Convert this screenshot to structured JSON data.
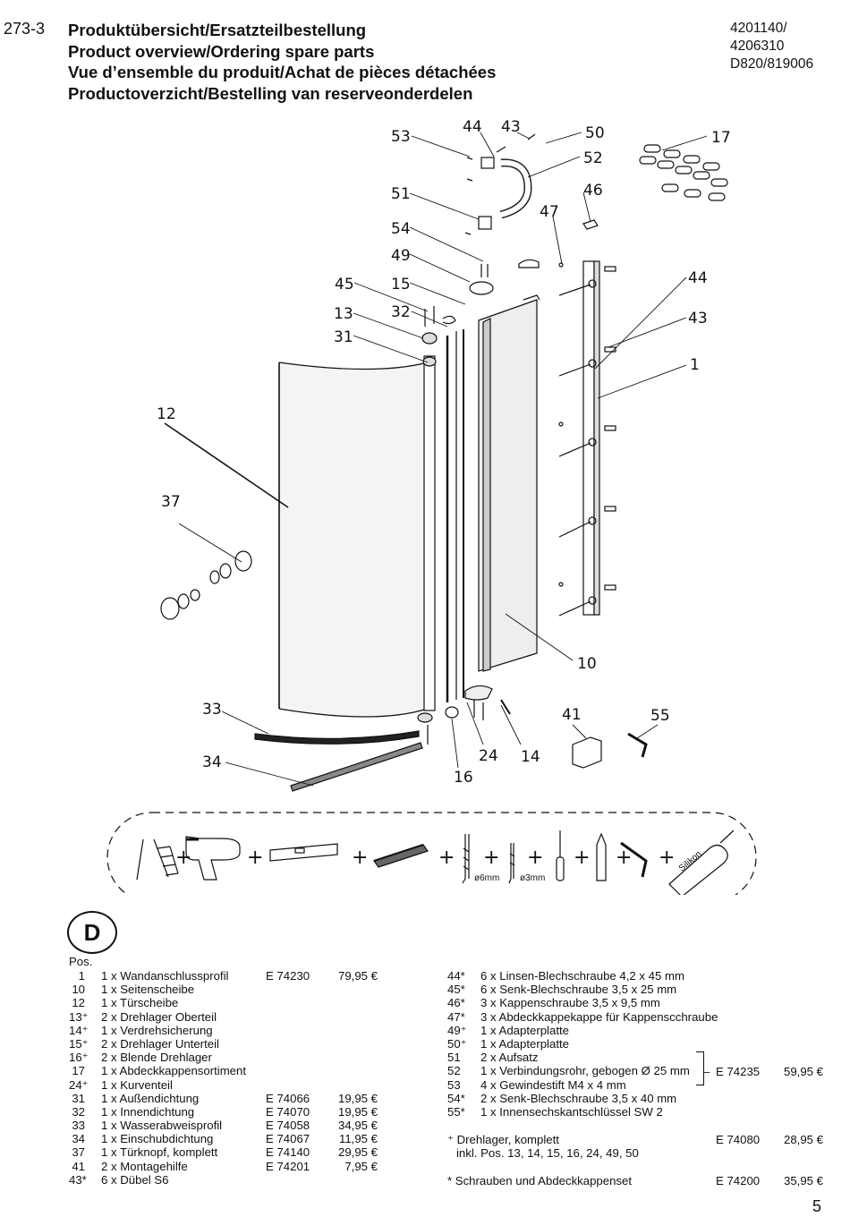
{
  "header": {
    "page_ref": "273-3",
    "titles": [
      "Produktübersicht/Ersatzteilbestellung",
      "Product overview/Ordering spare parts",
      "Vue d’ensemble du produit/Achat de pièces détachées",
      "Productoverzicht/Bestelling van reserveonderdelen"
    ],
    "refs": [
      "4201140/",
      "4206310",
      "D820/819006"
    ]
  },
  "diagram": {
    "callouts": [
      "53",
      "44",
      "43",
      "50",
      "52",
      "17",
      "51",
      "46",
      "47",
      "54",
      "49",
      "45",
      "15",
      "13",
      "32",
      "31",
      "44",
      "43",
      "1",
      "12",
      "37",
      "10",
      "33",
      "41",
      "55",
      "34",
      "24",
      "14",
      "16"
    ],
    "tool_labels": {
      "drill_6": "ø6mm",
      "drill_3": "ø3mm",
      "silicone": "Silikon"
    },
    "plus": "+"
  },
  "language_badge": "D",
  "parts_header": "Pos.",
  "parts_left": [
    {
      "pos": "1",
      "desc": "1 x Wandanschlussprofil",
      "code": "E 74230",
      "price": "79,95 €"
    },
    {
      "pos": "10",
      "desc": "1 x Seitenscheibe",
      "code": "",
      "price": ""
    },
    {
      "pos": "12",
      "desc": "1 x Türscheibe",
      "code": "",
      "price": ""
    },
    {
      "pos": "13⁺",
      "desc": "2 x Drehlager Oberteil",
      "code": "",
      "price": ""
    },
    {
      "pos": "14⁺",
      "desc": "1 x Verdrehsicherung",
      "code": "",
      "price": ""
    },
    {
      "pos": "15⁺",
      "desc": "2 x Drehlager Unterteil",
      "code": "",
      "price": ""
    },
    {
      "pos": "16⁺",
      "desc": "2 x Blende Drehlager",
      "code": "",
      "price": ""
    },
    {
      "pos": "17",
      "desc": "1 x Abdeckkappensortiment",
      "code": "",
      "price": ""
    },
    {
      "pos": "24⁺",
      "desc": "1 x Kurventeil",
      "code": "",
      "price": ""
    },
    {
      "pos": "31",
      "desc": "1 x Außendichtung",
      "code": "E 74066",
      "price": "19,95 €"
    },
    {
      "pos": "32",
      "desc": "1 x Innendichtung",
      "code": "E 74070",
      "price": "19,95 €"
    },
    {
      "pos": "33",
      "desc": "1 x Wasserabweisprofil",
      "code": "E 74058",
      "price": "34,95 €"
    },
    {
      "pos": "34",
      "desc": "1 x Einschubdichtung",
      "code": "E 74067",
      "price": "11,95 €"
    },
    {
      "pos": "37",
      "desc": "1 x Türknopf, komplett",
      "code": "E 74140",
      "price": "29,95 €"
    },
    {
      "pos": "41",
      "desc": "2 x Montagehilfe",
      "code": "E 74201",
      "price": "7,95 €"
    },
    {
      "pos": "43*",
      "desc": "6 x Dübel S6",
      "code": "",
      "price": ""
    }
  ],
  "parts_right": [
    {
      "pos": "44*",
      "desc": "6 x Linsen-Blechschraube 4,2 x 45 mm"
    },
    {
      "pos": "45*",
      "desc": "6 x Senk-Blechschraube 3,5 x 25 mm"
    },
    {
      "pos": "46*",
      "desc": "3 x Kappenschraube 3,5 x 9,5 mm"
    },
    {
      "pos": "47*",
      "desc": "3 x Abdeckkappekappe für Kappenscchraube"
    },
    {
      "pos": "49⁺",
      "desc": "1 x Adapterplatte"
    },
    {
      "pos": "50⁺",
      "desc": "1 x Adapterplatte"
    },
    {
      "pos": "51",
      "desc": "2 x Aufsatz"
    },
    {
      "pos": "52",
      "desc": "1 x Verbindungsrohr, gebogen Ø 25 mm"
    },
    {
      "pos": "53",
      "desc": "4 x Gewindestift M4 x 4 mm"
    },
    {
      "pos": "54*",
      "desc": "2 x Senk-Blechschraube 3,5 x 40 mm"
    },
    {
      "pos": "55*",
      "desc": "1 x Innensechskantschlüssel SW 2"
    }
  ],
  "group_price": {
    "code": "E 74235",
    "price": "59,95 €"
  },
  "notes": {
    "plus_line": "⁺ Drehlager, komplett",
    "plus_code": "E 74080",
    "plus_price": "28,95 €",
    "plus_incl": "inkl. Pos. 13, 14, 15, 16, 24, 49, 50",
    "star_line": "* Schrauben und Abdeckkappenset",
    "star_code": "E 74200",
    "star_price": "35,95 €"
  },
  "page_number": "5"
}
